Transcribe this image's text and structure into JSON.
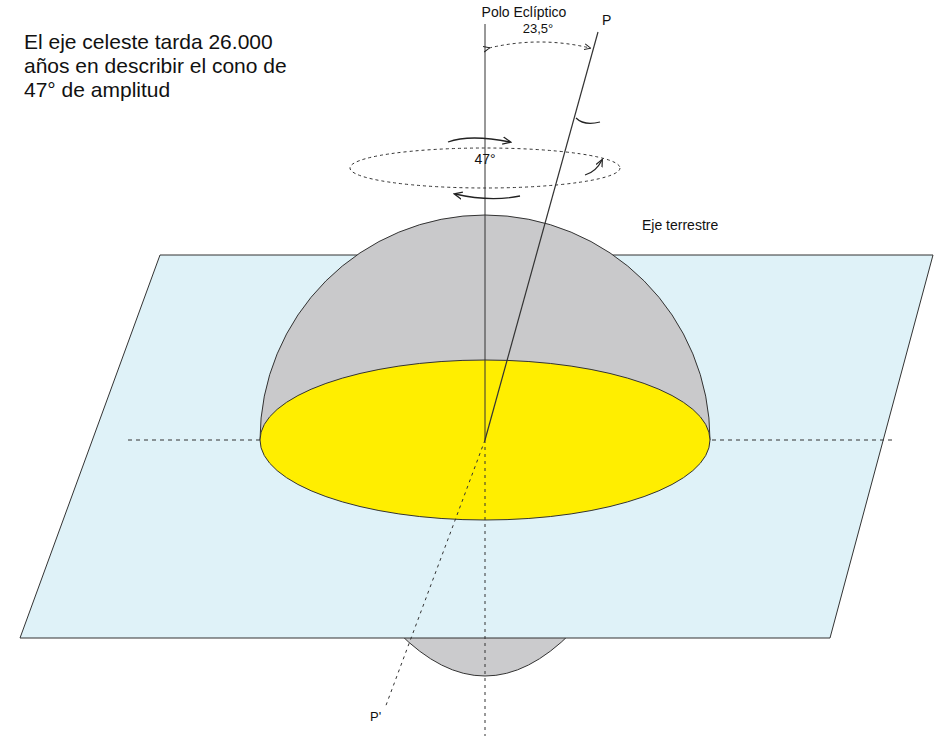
{
  "diagram": {
    "labels": [
      "Polo Eclíptico",
      "El eje celeste tarda 26.000 años en describir el cono de 47° de amplitud",
      "23,5°",
      "P",
      "47°",
      "Eje terrestre",
      "P'"
    ]
  }
}
